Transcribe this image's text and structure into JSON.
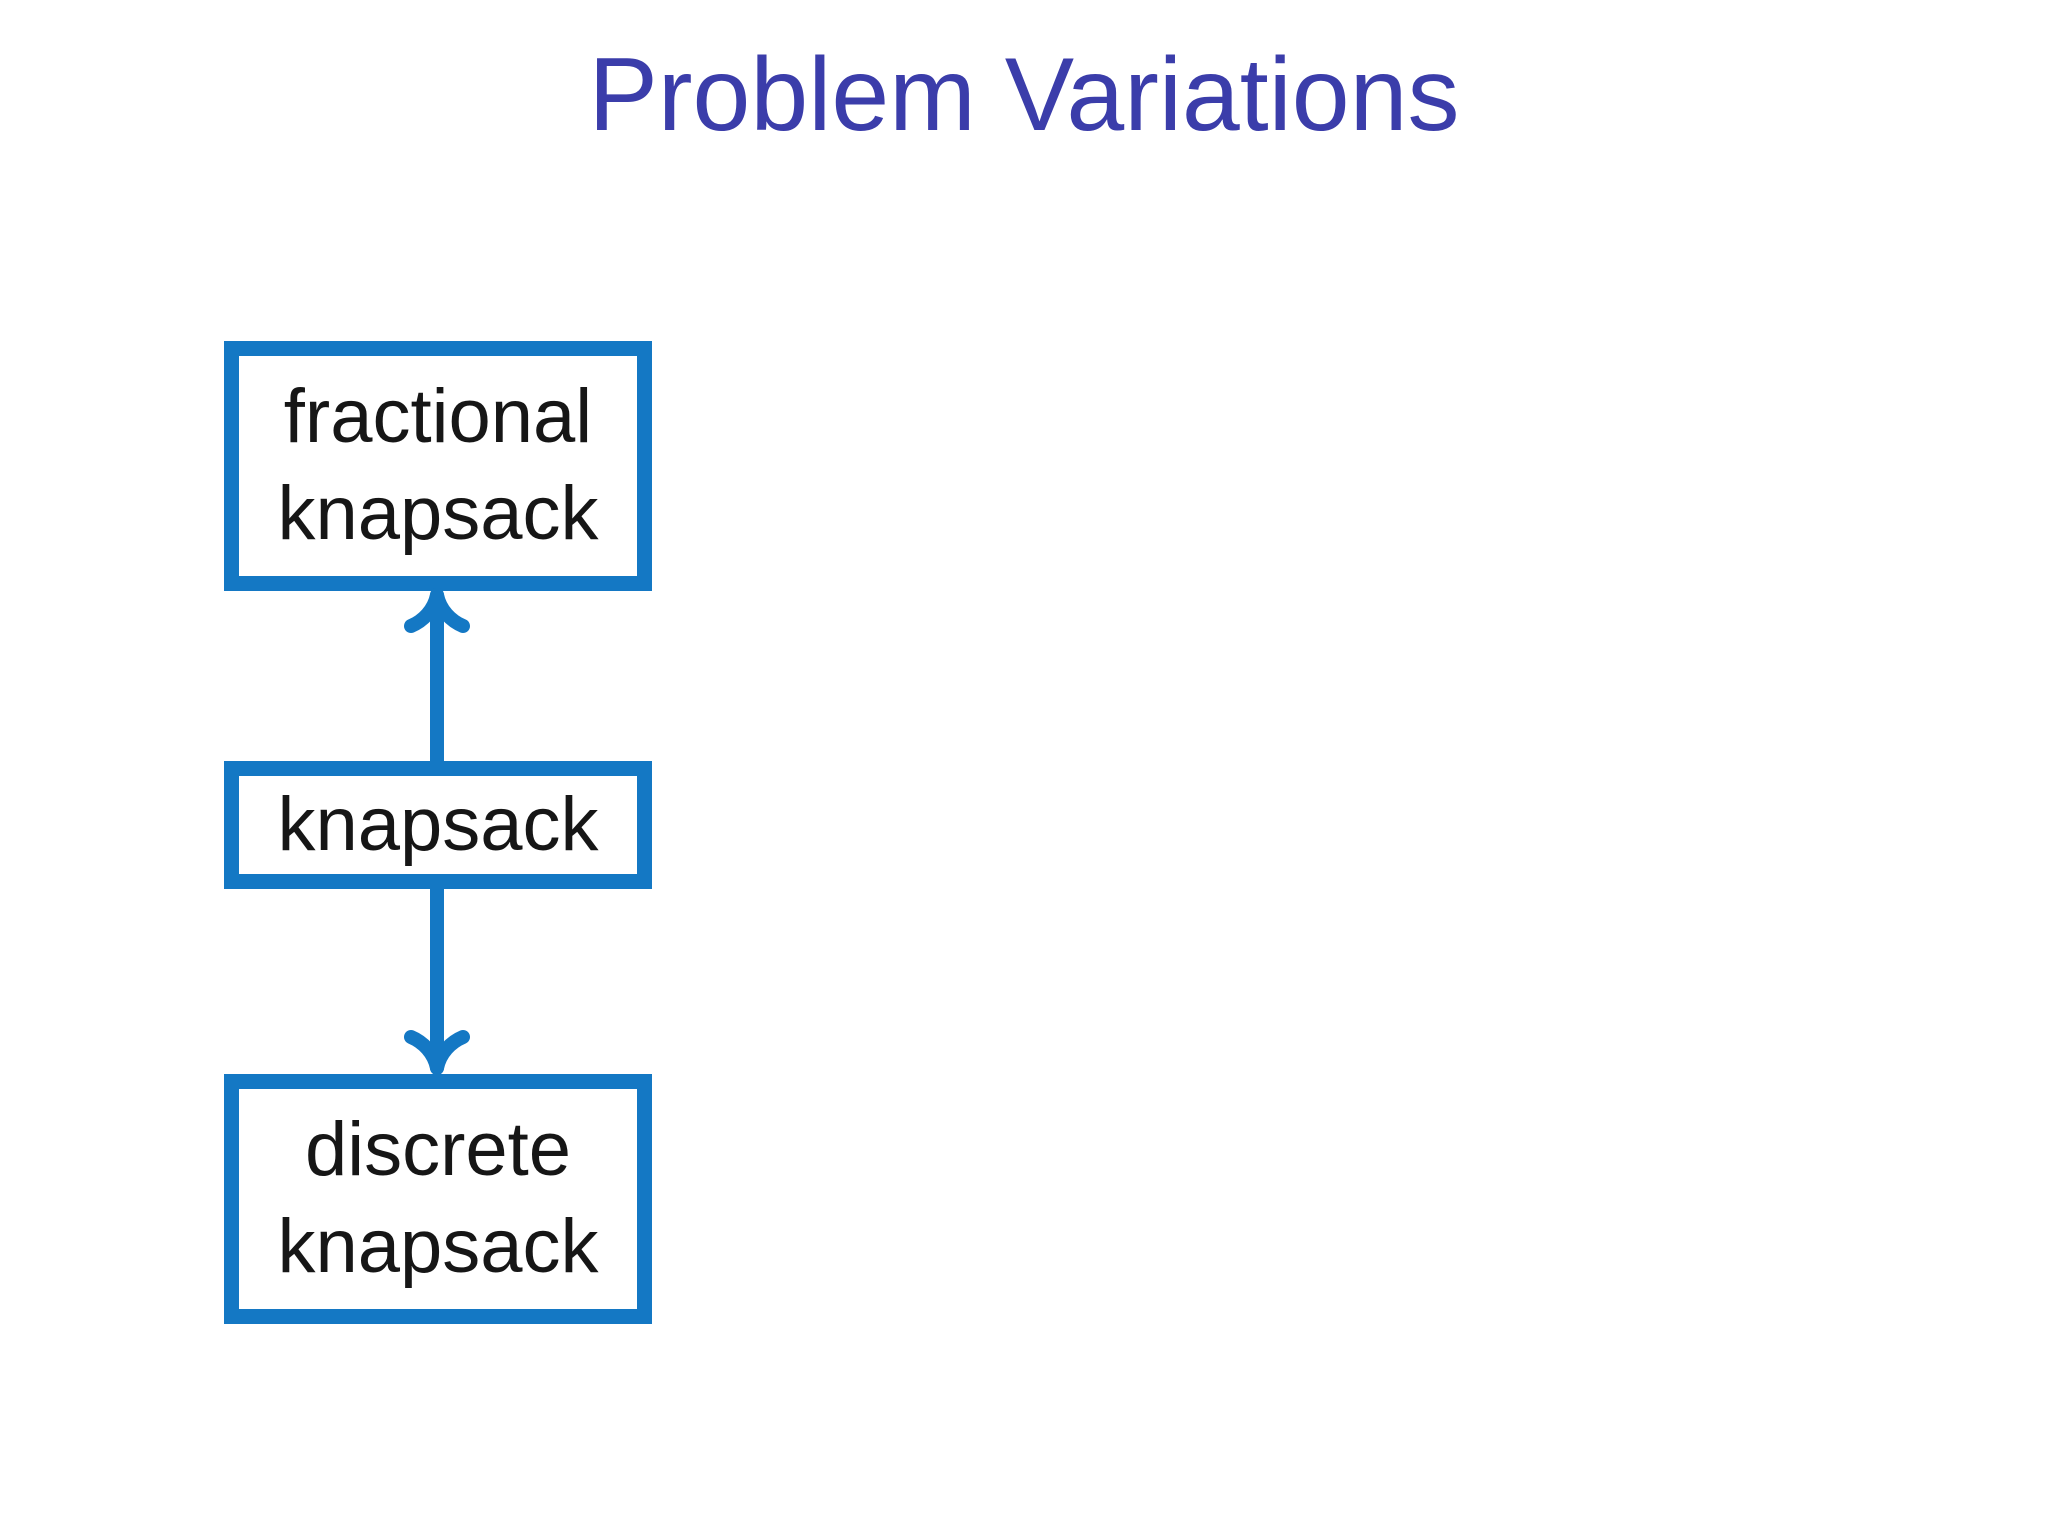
{
  "slide": {
    "title": "Problem Variations",
    "diagram": {
      "nodes": [
        {
          "id": "fractional-knapsack",
          "label": "fractional knapsack"
        },
        {
          "id": "knapsack",
          "label": "knapsack"
        },
        {
          "id": "discrete-knapsack",
          "label": "discrete knapsack"
        }
      ],
      "edges": [
        {
          "from": "knapsack",
          "to": "fractional-knapsack",
          "arrow_direction": "up"
        },
        {
          "from": "knapsack",
          "to": "discrete-knapsack",
          "arrow_direction": "down"
        }
      ]
    },
    "colors": {
      "background": "#ffffff",
      "title": "#3b3daa",
      "node_border": "#1478c4",
      "node_text": "#161616"
    }
  }
}
